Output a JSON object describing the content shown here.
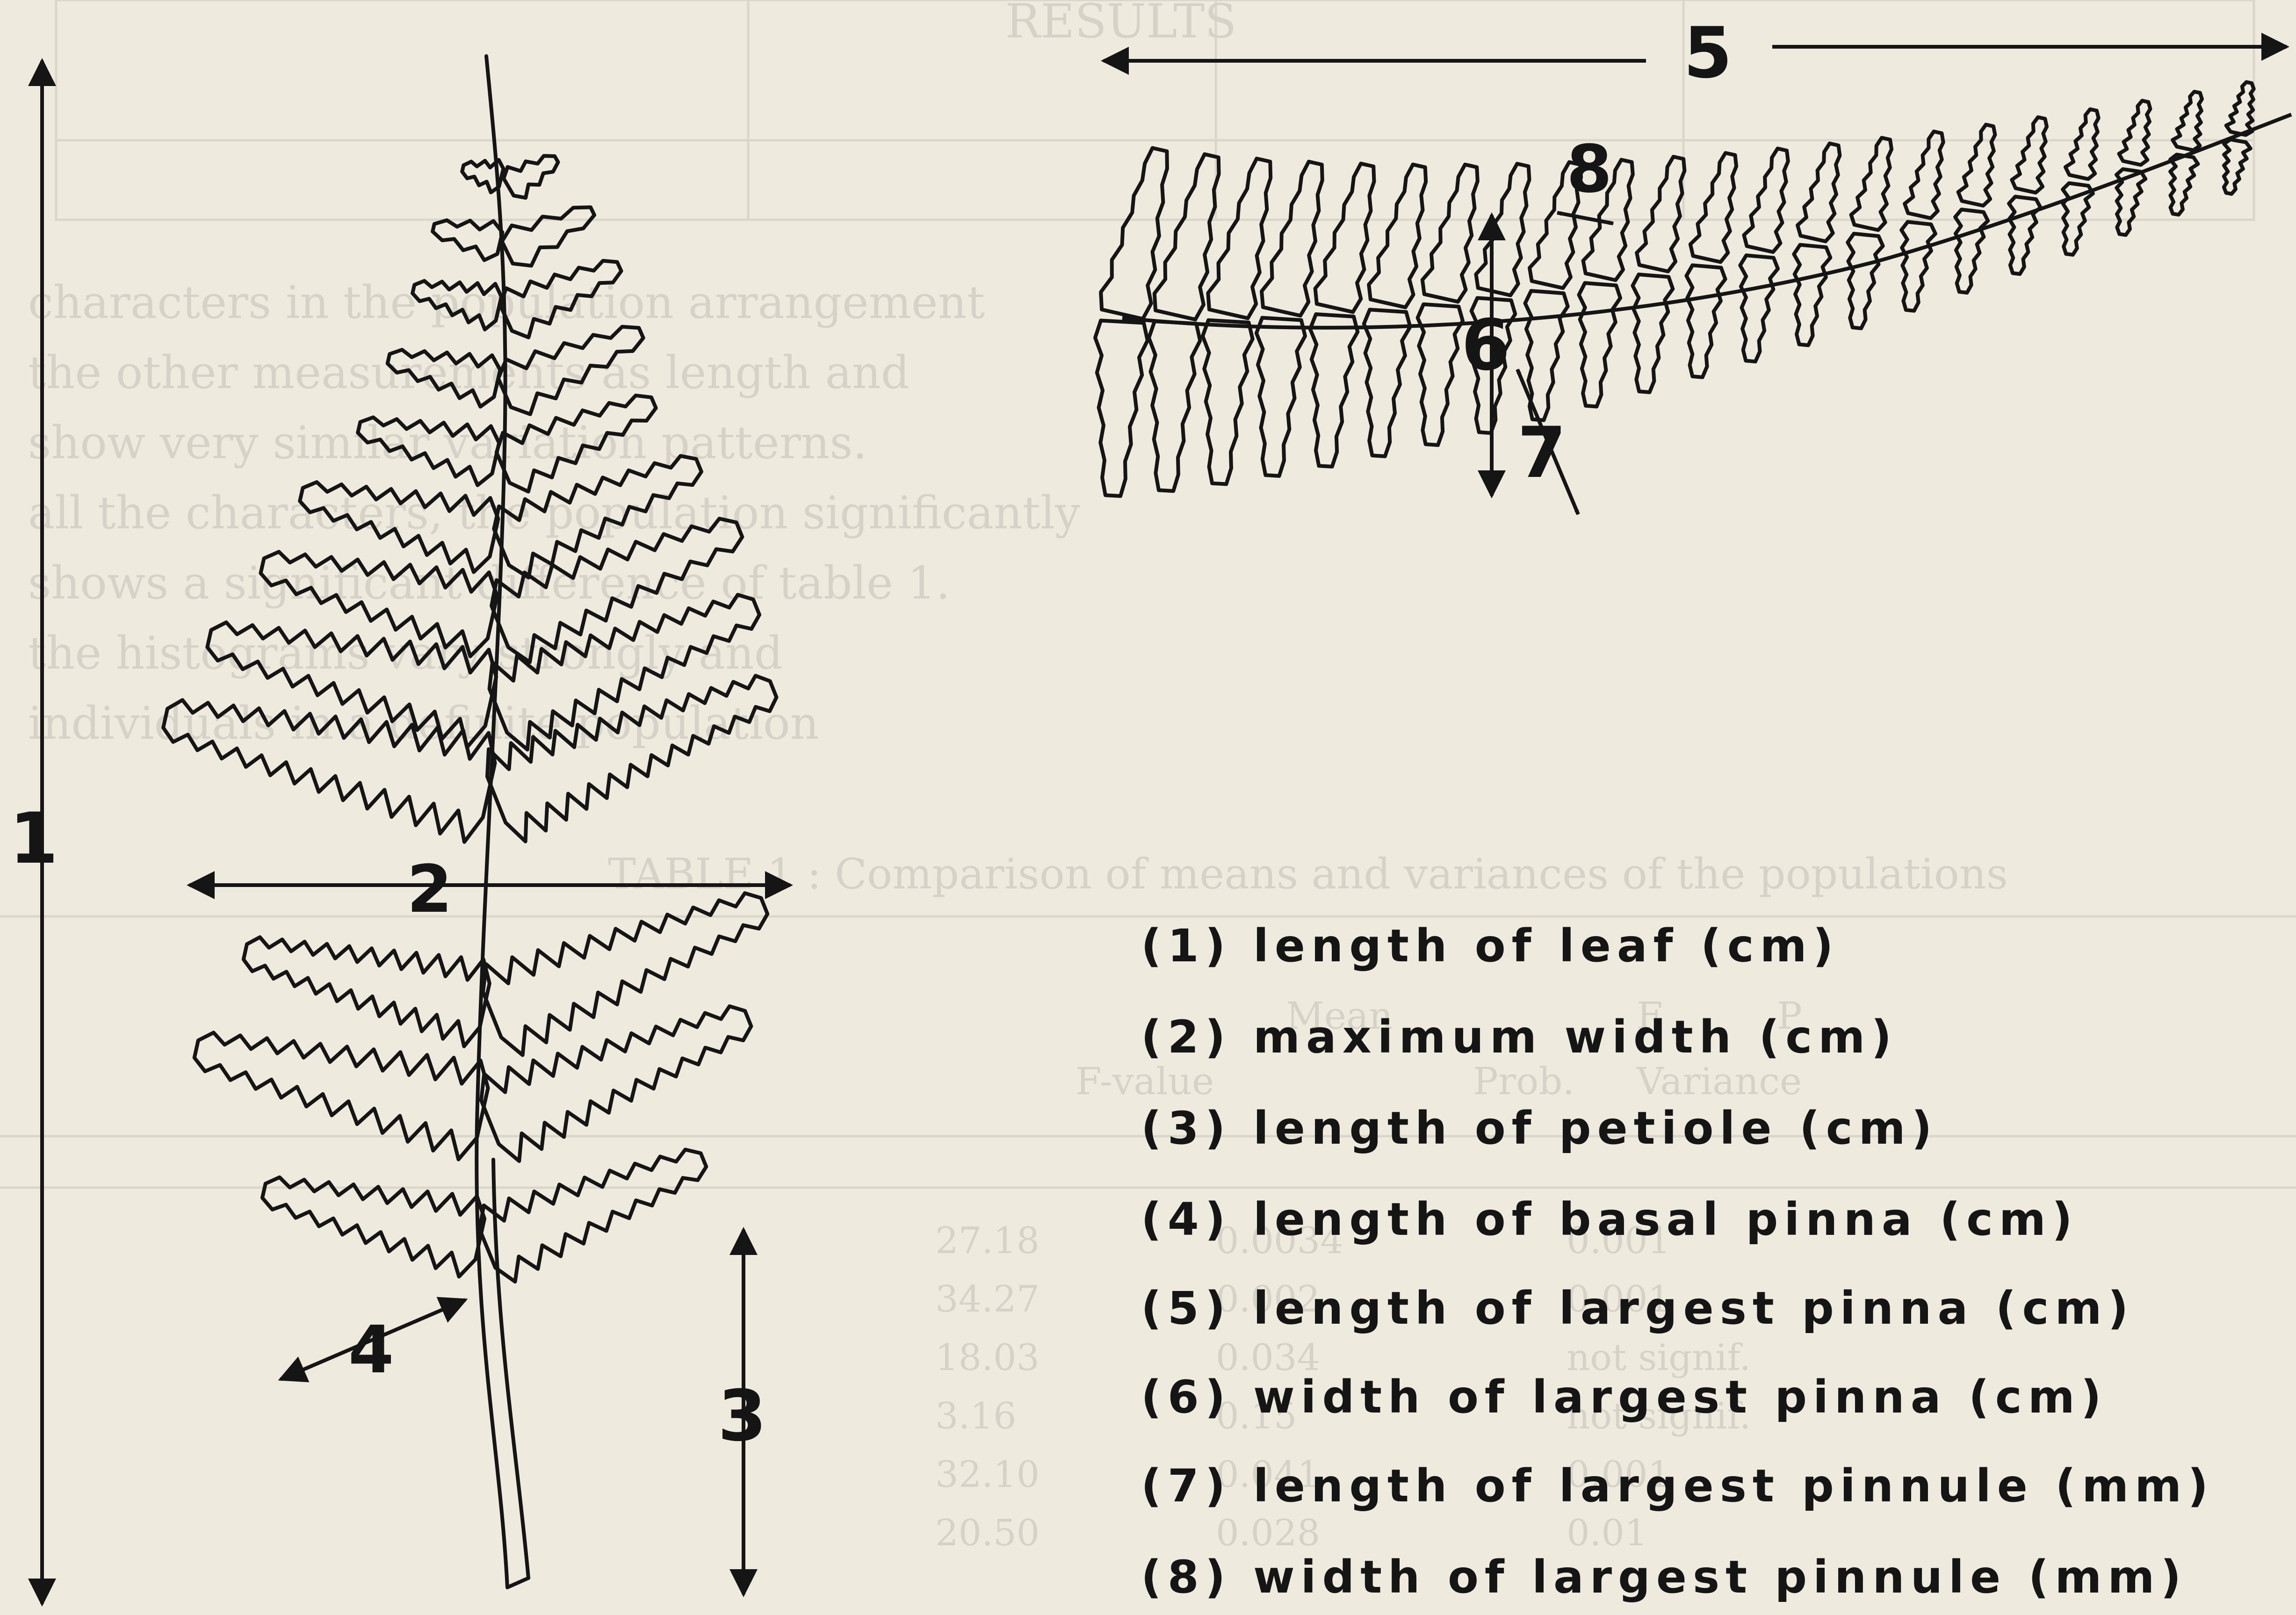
{
  "diagram": {
    "measure_labels": {
      "m1": "1",
      "m2": "2",
      "m3": "3",
      "m4": "4",
      "m5": "5",
      "m6": "6",
      "m7": "7",
      "m8": "8"
    },
    "legend": [
      "(1) length of leaf (cm)",
      "(2) maximum width (cm)",
      "(3) length of petiole (cm)",
      "(4) length of basal pinna (cm)",
      "(5) length of largest pinna (cm)",
      "(6) width of largest pinna (cm)",
      "(7) length of largest pinnule (mm)",
      "(8) width of largest pinnule (mm)"
    ]
  },
  "background_text": {
    "results_heading": "RESULTS",
    "lines": [
      "characters in the population arrangement",
      "the other measurements as length and",
      "show very similar variation patterns.",
      "all the characters, the population significantly",
      "shows a significant difference of table 1.",
      "the histograms vary strongly and",
      "individuals in a definite population"
    ],
    "table_caption": "TABLE 1 : Comparison of means and variances of the populations",
    "table_headers": [
      "Mean",
      "F",
      "P",
      "F-value",
      "Prob.",
      "Variance"
    ],
    "table_rows": [
      [
        "27.18",
        "0.0034",
        "0.001"
      ],
      [
        "34.27",
        "0.002",
        "0.001"
      ],
      [
        "18.03",
        "0.034",
        "not signif."
      ],
      [
        "3.16",
        "0.15",
        "not signif."
      ],
      [
        "32.10",
        "0.041",
        "0.001"
      ],
      [
        "20.50",
        "0.028",
        "0.01"
      ]
    ]
  }
}
